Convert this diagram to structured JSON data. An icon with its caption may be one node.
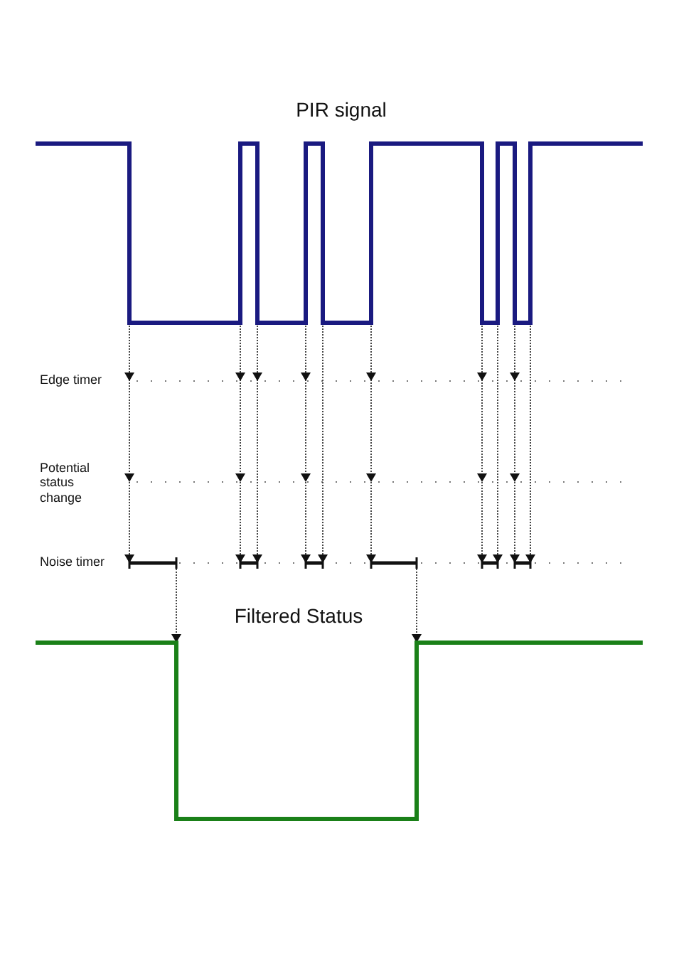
{
  "diagram": {
    "labels": [
      "PIR signal",
      "Edge timer",
      "Potential status change",
      "Noise timer",
      "Filtered Status"
    ]
  }
}
